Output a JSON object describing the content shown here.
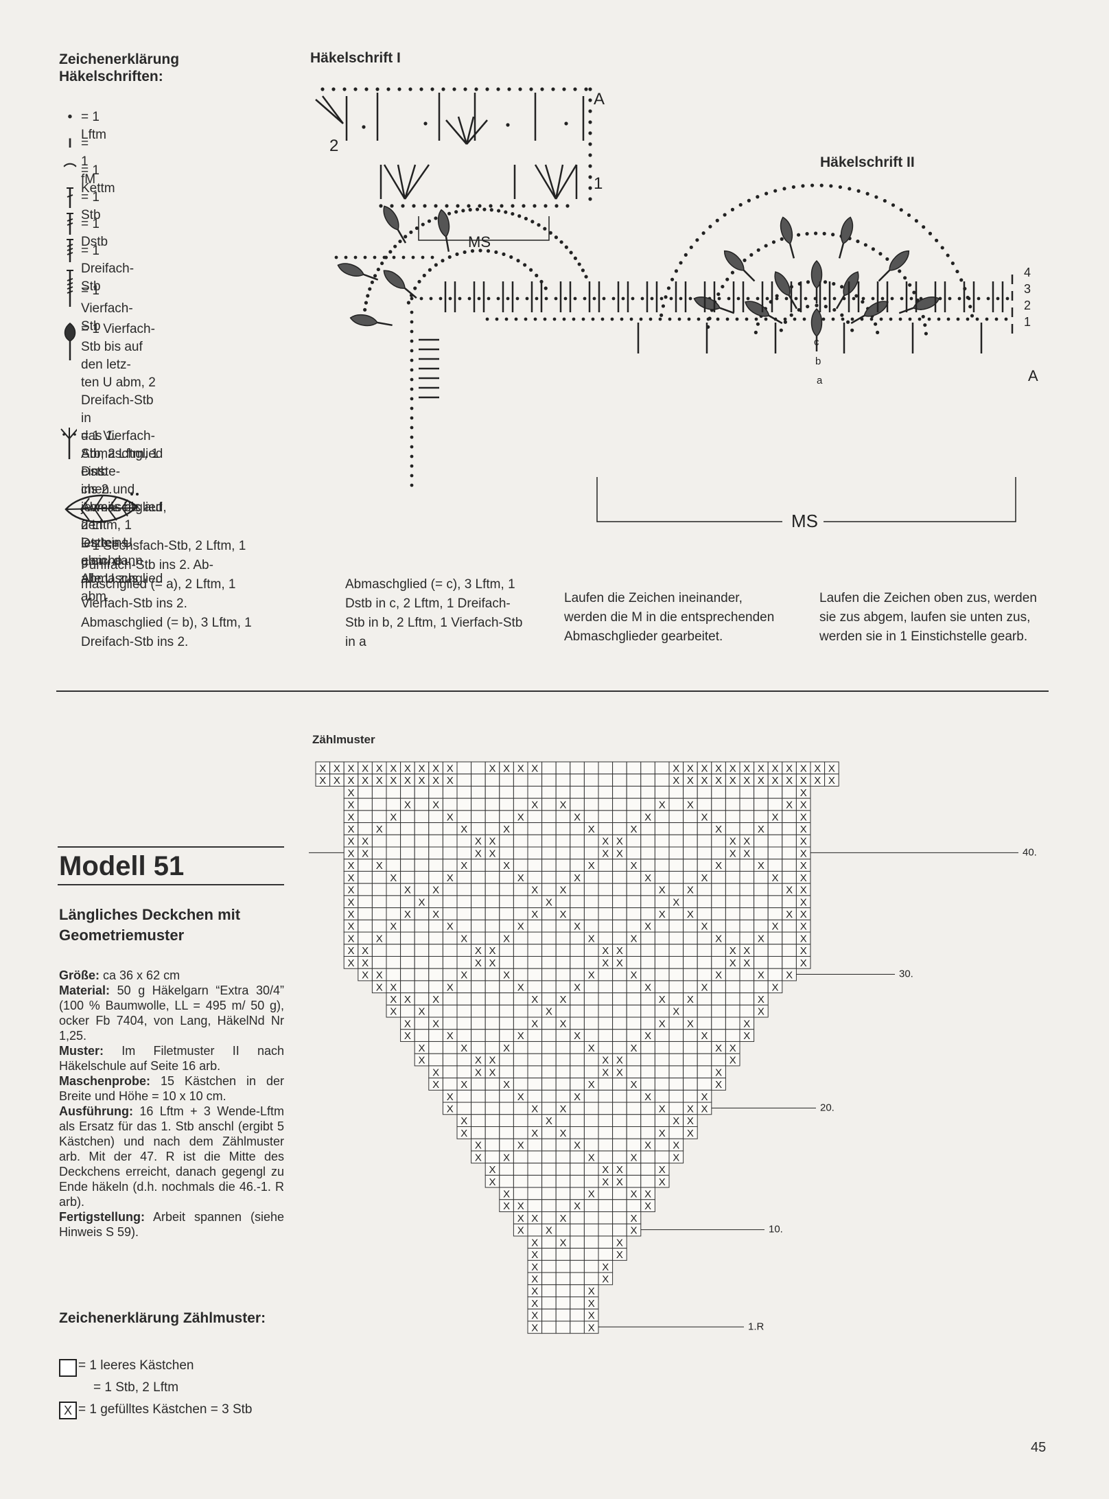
{
  "legend": {
    "title": "Zeichenerklärung\nHäkelschriften:",
    "items": [
      {
        "symbol": "•",
        "text": "= 1 Lftm"
      },
      {
        "symbol": "I",
        "text": "= 1 fM"
      },
      {
        "symbol": "⌒",
        "text": "= 1 Kettm"
      },
      {
        "symbol": "",
        "text": "= 1 Stb"
      },
      {
        "symbol": "",
        "text": "= 1 Dstb"
      },
      {
        "symbol": "",
        "text": "= 1 Dreifach-Stb"
      },
      {
        "symbol": "",
        "text": "= 1 Vierfach-Stb"
      },
      {
        "symbol": "",
        "text": "= 1 Vierfach-Stb bis auf den letz-\nten U abm, 2 Dreifach-Stb in\ndas 1. Abmaschglied einste-\nchen und jeweils bis auf den\nletzten U abm, dann alle U zus\nabm"
      },
      {
        "symbol": "",
        "text": "= 1 Vierfach-Stb, 2 Lftm, 1 Dstb\nins 2. Abmaschglied, 2 Lftm, 1\nDstb ins gleiche Abmaschglied"
      },
      {
        "symbol": "",
        "text": "= 1 Sechsfach-Stb, 2 Lftm, 1\nFünffach-Stb ins 2. Ab-\nmaschglied (= a), 2 Lftm, 1\nVierfach-Stb ins 2.\nAbmaschglied (= b), 3 Lftm, 1\nDreifach-Stb ins 2."
      }
    ]
  },
  "diagram1": {
    "title": "Häkelschrift I",
    "label_a": "A",
    "row1": "1",
    "row2": "2",
    "ms": "MS"
  },
  "diagram2": {
    "title": "Häkelschrift II",
    "label_a": "A",
    "rows": [
      "4",
      "3",
      "2",
      "1"
    ],
    "ms": "MS",
    "letters": [
      "c",
      "b",
      "a"
    ]
  },
  "notes": {
    "note1": "Abmaschglied (= c), 3 Lftm, 1\nDstb in c, 2 Lftm, 1 Dreifach-\nStb in b, 2 Lftm, 1 Vierfach-Stb\nin a",
    "note2": "Laufen die Zeichen ineinander,\nwerden die M in die entsprechenden\nAbmaschglieder gearbeitet.",
    "note3": "Laufen die Zeichen oben zus, werden\nsie zus abgem, laufen sie unten zus,\nwerden sie in 1 Einstichstelle gearb."
  },
  "model": {
    "title": "Modell 51",
    "subtitle": "Längliches Deckchen mit\nGeometriemuster",
    "specs": [
      {
        "label": "Größe:",
        "text": " ca 36 x 62 cm"
      },
      {
        "label": "Material:",
        "text": " 50 g Häkelgarn “Extra 30/4” (100 % Baumwolle, LL = 495 m/ 50 g), ocker Fb 7404, von Lang, HäkelNd Nr 1,25."
      },
      {
        "label": "Muster:",
        "text": " Im Filetmuster II nach Häkelschule auf Seite 16 arb."
      },
      {
        "label": "Maschenprobe:",
        "text": " 15 Kästchen in der Breite und Höhe = 10 x 10 cm."
      },
      {
        "label": "Ausführung:",
        "text": " 16 Lftm + 3 Wende-Lftm als Ersatz für das 1. Stb anschl (ergibt 5 Kästchen) und nach dem Zählmuster arb. Mit der 47. R ist die Mitte des Deckchens erreicht, danach gegengl zu Ende häkeln (d.h. nochmals die 46.-1. R arb)."
      },
      {
        "label": "Fertigstellung:",
        "text": " Arbeit spannen (siehe Hinweis S 59)."
      }
    ]
  },
  "chart_legend": {
    "title": "Zeichenerklärung Zählmuster:",
    "empty": "= 1 leeres Kästchen",
    "empty2": "= 1 Stb, 2 Lftm",
    "filled": "= 1 gefülltes Kästchen = 3 Stb",
    "x_mark": "X"
  },
  "chart": {
    "title": "Zählmuster",
    "row_labels": [
      "40.",
      "30.",
      "20.",
      "10.",
      "1.R"
    ]
  },
  "page_number": "45"
}
